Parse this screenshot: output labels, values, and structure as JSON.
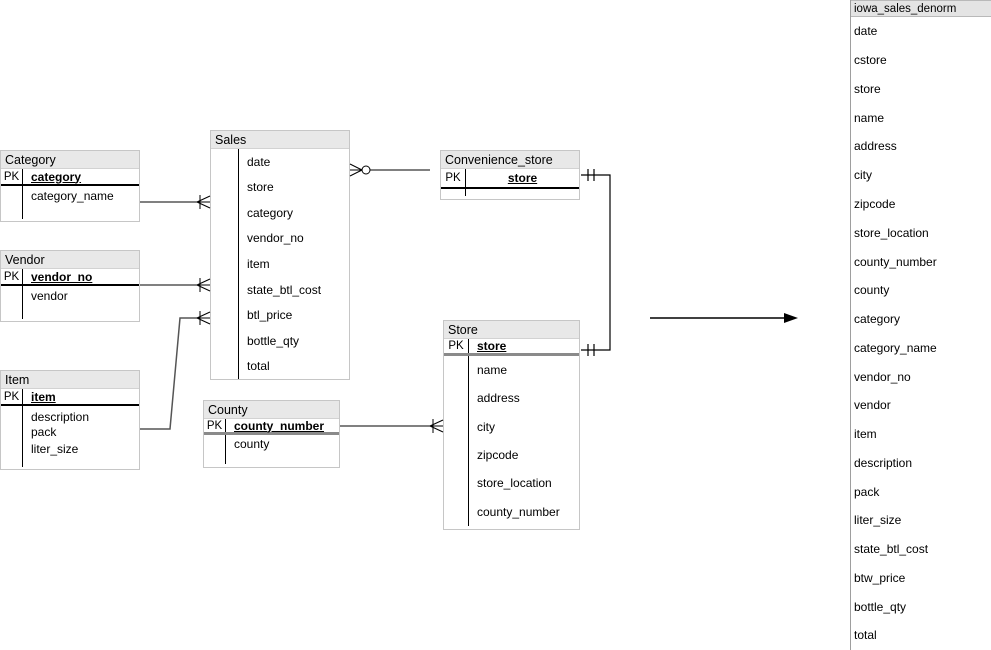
{
  "diagram": {
    "colors": {
      "header_fill": "#e8e8e8",
      "wire": "#000000",
      "item_wire": "#555555"
    },
    "tables": {
      "category": {
        "title": "Category",
        "pk_label": "PK",
        "pk_field": "category",
        "fields": [
          "category_name"
        ]
      },
      "vendor": {
        "title": "Vendor",
        "pk_label": "PK",
        "pk_field": "vendor_no",
        "fields": [
          "vendor"
        ]
      },
      "item": {
        "title": "Item",
        "pk_label": "PK",
        "pk_field": "item",
        "fields": [
          "description",
          "pack",
          "liter_size"
        ]
      },
      "sales": {
        "title": "Sales",
        "fields": [
          "date",
          "store",
          "category",
          "vendor_no",
          "item",
          "state_btl_cost",
          "btl_price",
          "bottle_qty",
          "total"
        ]
      },
      "county": {
        "title": "County",
        "pk_label": "PK",
        "pk_field": "county_number",
        "fields": [
          "county"
        ]
      },
      "convenience_store": {
        "title": "Convenience_store",
        "pk_label": "PK",
        "pk_field": "store",
        "fields": []
      },
      "store": {
        "title": "Store",
        "pk_label": "PK",
        "pk_field": "store",
        "fields": [
          "name",
          "address",
          "city",
          "zipcode",
          "store_location",
          "county_number"
        ]
      }
    },
    "denorm": {
      "title": "iowa_sales_denorm",
      "fields": [
        "date",
        "cstore",
        "store",
        "name",
        "address",
        "city",
        "zipcode",
        "store_location",
        "county_number",
        "county",
        "category",
        "category_name",
        "vendor_no",
        "vendor",
        "item",
        "description",
        "pack",
        "liter_size",
        "state_btl_cost",
        "btw_price",
        "bottle_qty",
        "total"
      ]
    }
  }
}
